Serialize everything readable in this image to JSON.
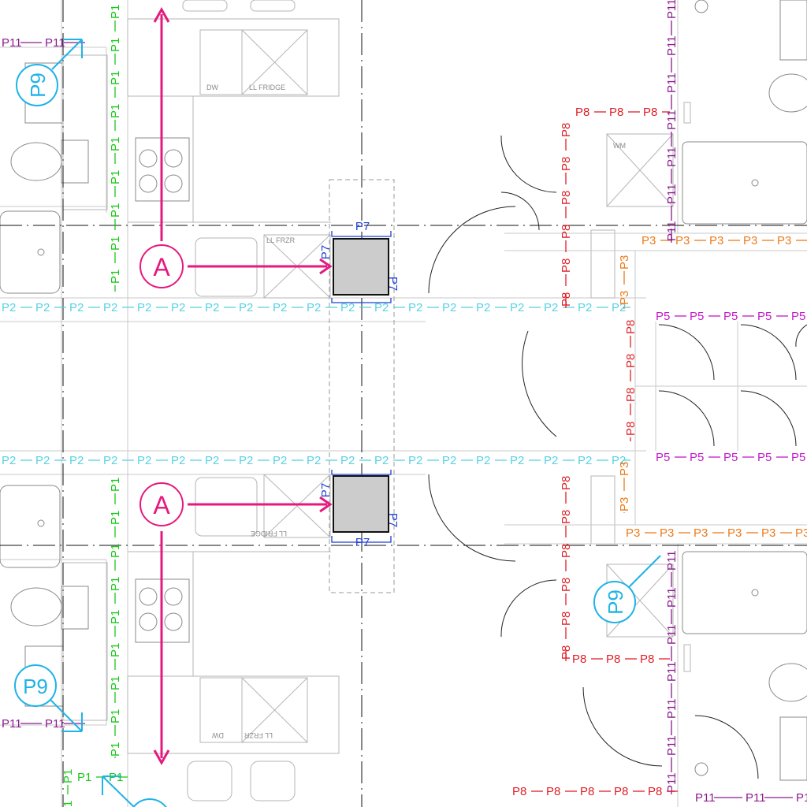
{
  "run_labels": {
    "p1": "P1",
    "p2": "P2",
    "p3": "P3",
    "p5": "P5",
    "p7": "P7",
    "p8": "P8",
    "p9": "P9",
    "p11": "P11"
  },
  "section_markers": {
    "label": "A"
  },
  "appliances": {
    "dw": "DW",
    "ll_fridge": "LL FRIDGE",
    "ll_frzr": "LL FRZR",
    "wm": "WM"
  },
  "colors": {
    "p1": "#19c919",
    "p2": "#56d3e4",
    "p3": "#ef7a19",
    "p5": "#c21ac8",
    "p7": "#1f3fd6",
    "p8": "#de1f26",
    "p9": "#1fb3e6",
    "p11": "#8a1a8e",
    "section_marker": "#e6197e",
    "column_fill": "#cccccc"
  }
}
